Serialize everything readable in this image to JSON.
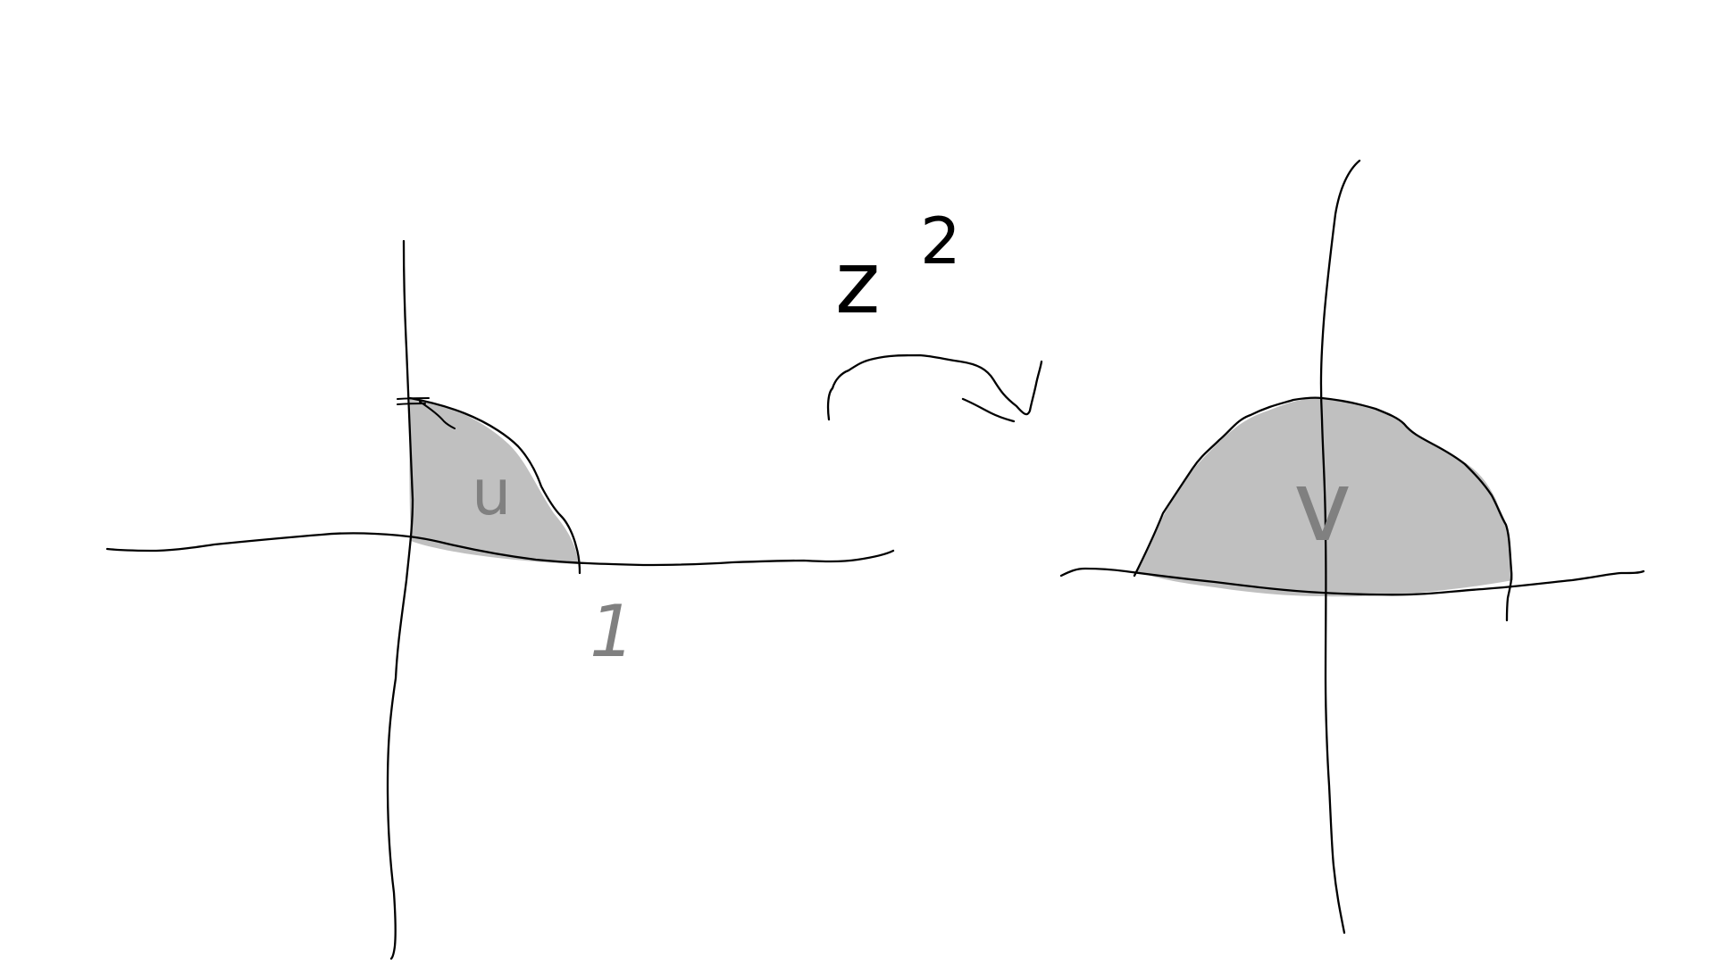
{
  "colors": {
    "background": "#ffffff",
    "ink": "#000000",
    "shade": "#c0c0c0",
    "pencil": "#808080"
  },
  "diagram": {
    "map_label": {
      "base": "z",
      "exponent": "2"
    },
    "domain_region": {
      "label": "u",
      "tick_label": "1"
    },
    "image_region": {
      "label": "v"
    }
  }
}
